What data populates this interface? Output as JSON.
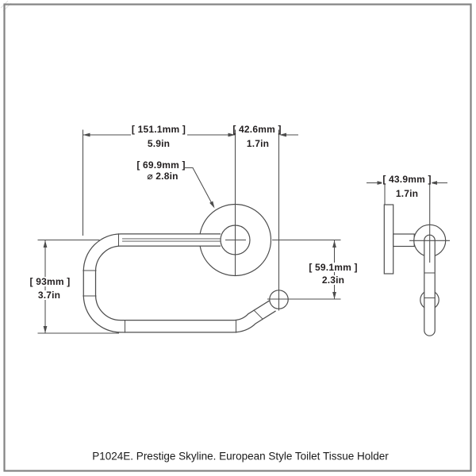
{
  "caption": "P1024E. Prestige Skyline. European Style Toilet Tissue Holder",
  "colors": {
    "line": "#4d4d4d",
    "text": "#231f20",
    "frame": "#838383"
  },
  "dims": {
    "overall_width": {
      "metric": "[ 151.1mm ]",
      "imperial": "5.9in"
    },
    "hook_offset": {
      "metric": "[ 42.6mm ]",
      "imperial": "1.7in"
    },
    "rosette_diameter": {
      "metric": "[ 69.9mm ]",
      "imperial": "⌀ 2.8in"
    },
    "loop_height": {
      "metric": "[ 93mm ]",
      "imperial": "3.7in"
    },
    "ball_drop": {
      "metric": "[ 59.1mm ]",
      "imperial": "2.3in"
    },
    "projection": {
      "metric": "[ 43.9mm ]",
      "imperial": "1.7in"
    }
  }
}
